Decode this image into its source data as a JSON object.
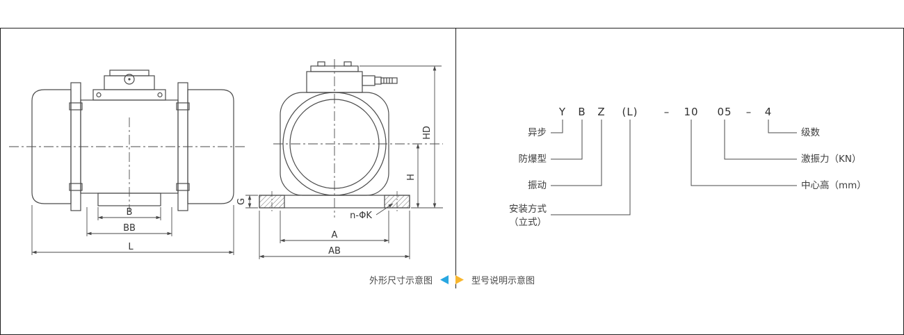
{
  "outline_drawing": {
    "caption": "外形尺寸示意图",
    "dim_labels": {
      "B": "B",
      "BB": "BB",
      "L": "L",
      "A": "A",
      "AB": "AB",
      "G": "G",
      "H": "H",
      "HD": "HD",
      "n_phi_k": "n-ΦK"
    }
  },
  "model_diagram": {
    "caption": "型号说明示意图",
    "code_parts": [
      "Y",
      "B",
      "Z",
      "(L)",
      "–",
      "10",
      "05",
      "–",
      "4"
    ],
    "left_labels": [
      "异步",
      "防爆型",
      "振动",
      "安装方式",
      "（立式）"
    ],
    "right_labels": [
      "级数",
      "激振力（KN）",
      "中心高（mm）"
    ]
  },
  "footer": {
    "left_marker_color": "#29a7e1",
    "right_marker_color": "#f8b62d"
  },
  "colors": {
    "line": "#4a4a4a",
    "text": "#3d3d3d",
    "border": "#1f1f1f"
  }
}
